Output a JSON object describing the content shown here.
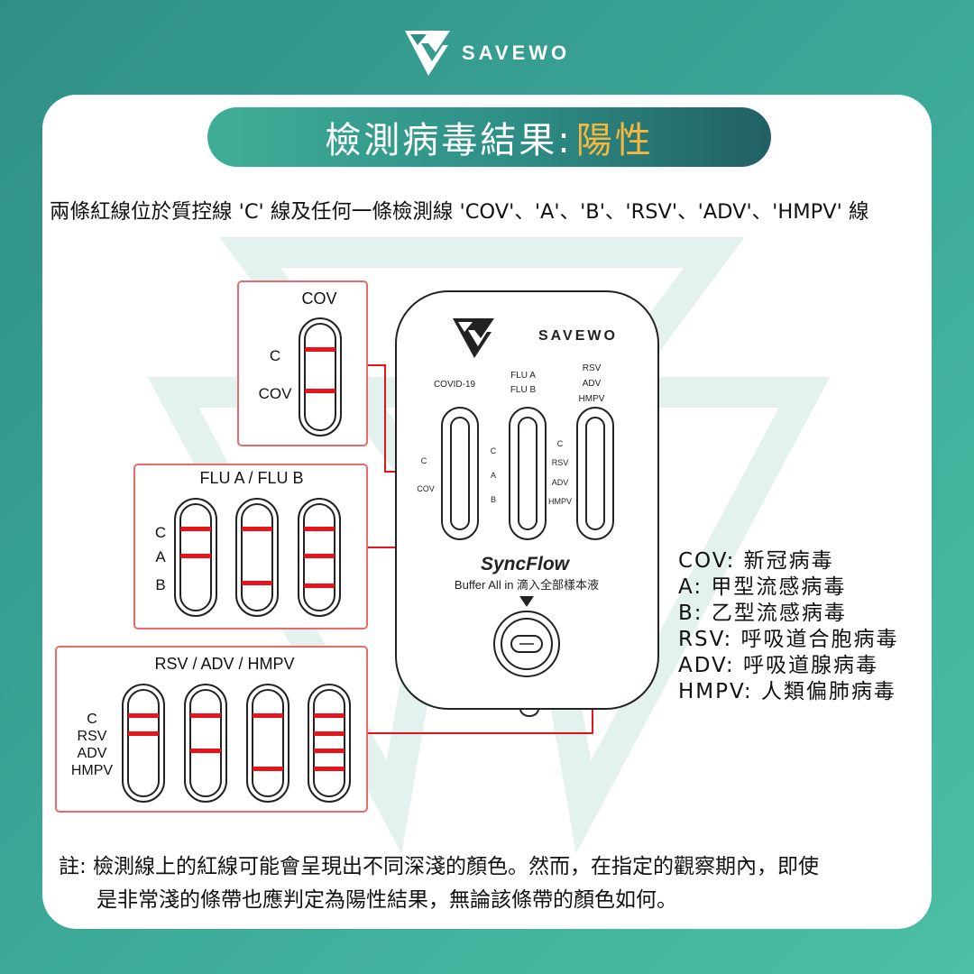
{
  "brand": {
    "name": "SAVEWO"
  },
  "title": {
    "prefix": "檢測病毒結果:",
    "result": "陽性"
  },
  "description": "兩條紅線位於質控線 'C' 線及任何一條檢測線 'COV'、'A'、'B'、'RSV'、'ADV'、'HMPV' 線",
  "device": {
    "brand": "SAVEWO",
    "windows": [
      {
        "header": [
          "COVID-19"
        ],
        "markers": [
          "C",
          "COV"
        ]
      },
      {
        "header": [
          "FLU A",
          "FLU B"
        ],
        "markers": [
          "C",
          "A",
          "B"
        ]
      },
      {
        "header": [
          "RSV",
          "ADV",
          "HMPV"
        ],
        "markers": [
          "C",
          "RSV",
          "ADV",
          "HMPV"
        ]
      }
    ],
    "product_name": "SyncFlow",
    "instruction": "Buffer All in 滴入全部樣本液"
  },
  "panels": {
    "cov": {
      "title": "COV",
      "labels": [
        "C",
        "COV"
      ]
    },
    "flu": {
      "title": "FLU A / FLU B",
      "labels": [
        "C",
        "A",
        "B"
      ]
    },
    "rsv": {
      "title": "RSV / ADV / HMPV",
      "labels": [
        "C",
        "RSV",
        "ADV",
        "HMPV"
      ]
    }
  },
  "legend": [
    "COV: 新冠病毒",
    "A: 甲型流感病毒",
    "B: 乙型流感病毒",
    "RSV: 呼吸道合胞病毒",
    "ADV: 呼吸道腺病毒",
    "HMPV: 人類偏肺病毒"
  ],
  "note": {
    "line1": "註: 檢測線上的紅線可能會呈現出不同深淺的顏色。然而，在指定的觀察期內，即使",
    "line2": "是非常淺的條帶也應判定為陽性結果，無論該條帶的顏色如何。"
  },
  "colors": {
    "positive_line": "#e8141c",
    "panel_border": "#e86a6a",
    "accent": "#f6b73c",
    "teal": "#2e8e86"
  }
}
